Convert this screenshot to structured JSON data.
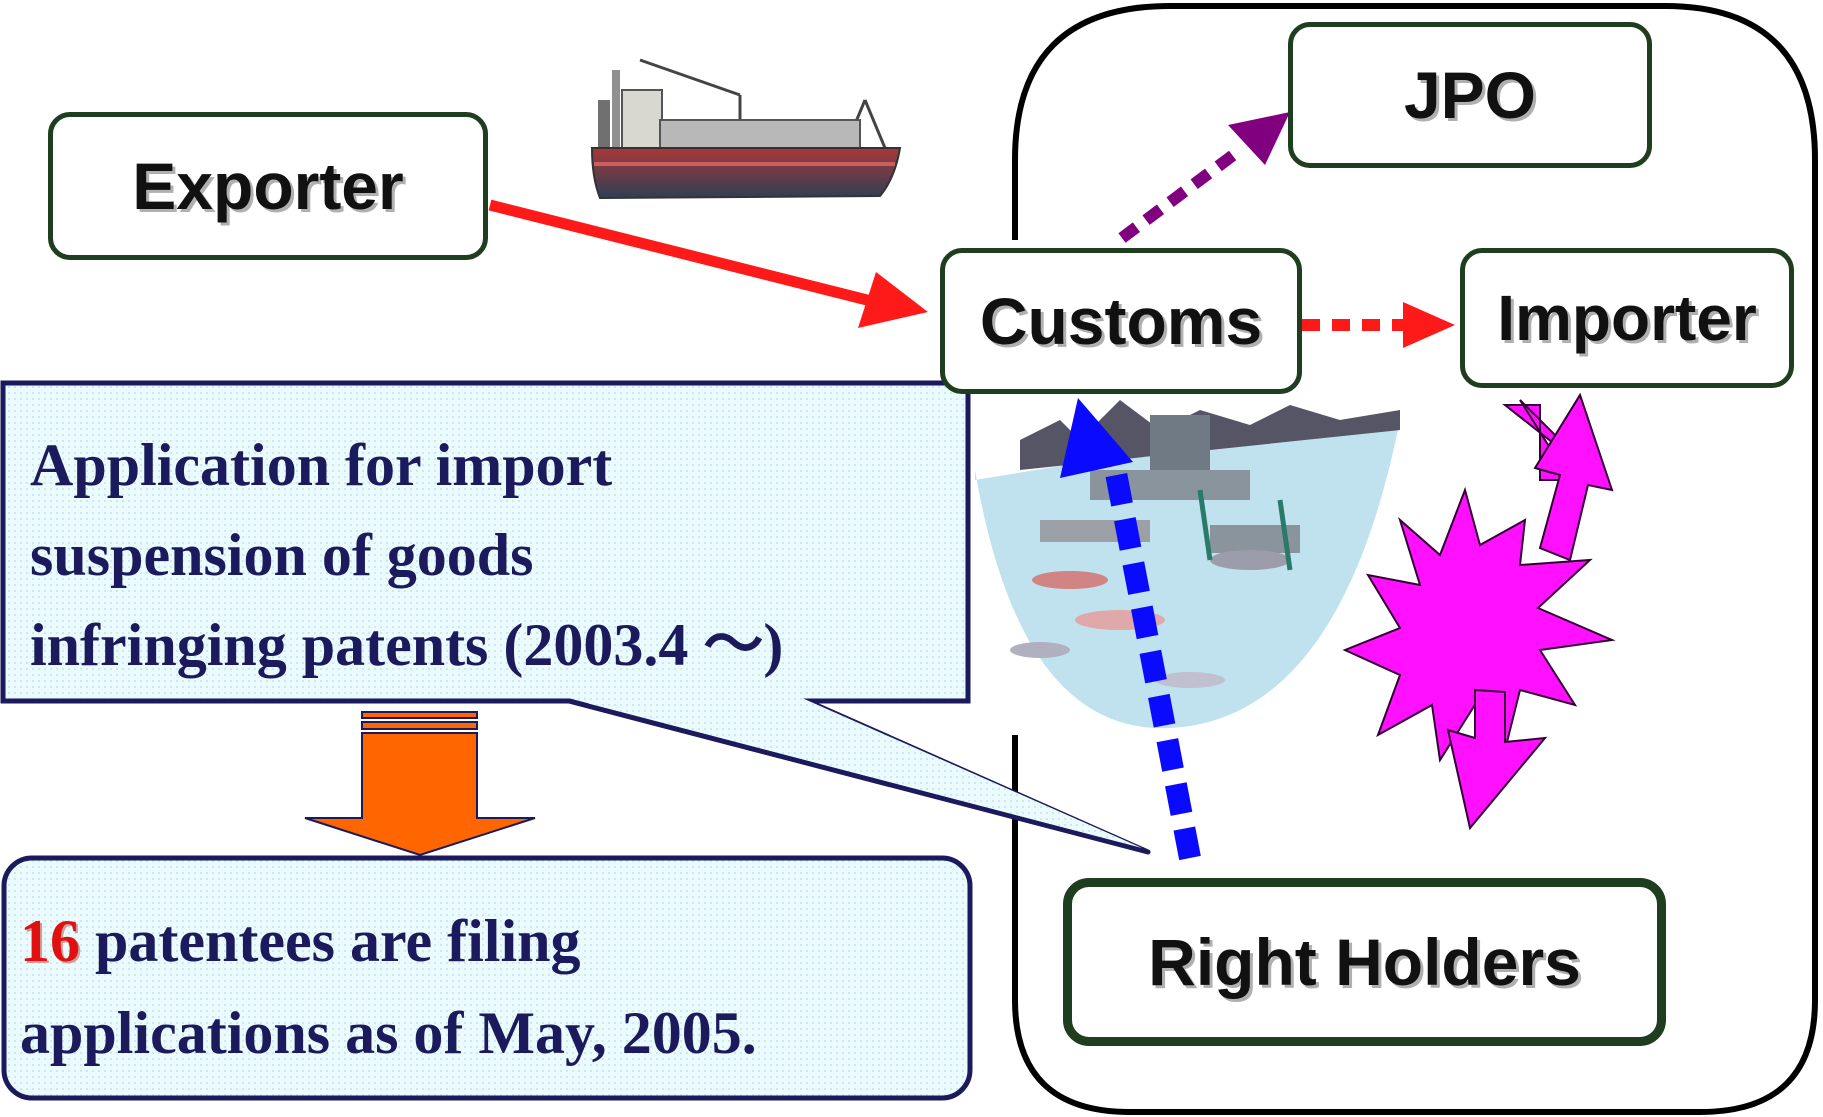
{
  "nodes": {
    "exporter": "Exporter",
    "jpo": "JPO",
    "customs": "Customs",
    "importer": "Importer",
    "right_holders": "Right Holders"
  },
  "callout": {
    "line1": "Application for import",
    "line2": "suspension of goods",
    "line3": "infringing patents (2003.4 ～)"
  },
  "result": {
    "count": "16",
    "line1_rest": " patentees are filing",
    "line2": "applications as of May, 2005."
  },
  "icons": [
    "ship-icon",
    "port-illustration-icon",
    "explosion-burst-icon",
    "down-arrow-icon"
  ],
  "colors": {
    "export_arrow": "#ff1a1a",
    "jpo_arrow": "#800080",
    "right_holder_arrow": "#0a0aff",
    "burst": "#ff10ff",
    "down_arrow": "#ff6600",
    "callout_fill": "#ebfafc",
    "callout_border": "#1a1a5c",
    "node_border": "#1f3d1f"
  }
}
